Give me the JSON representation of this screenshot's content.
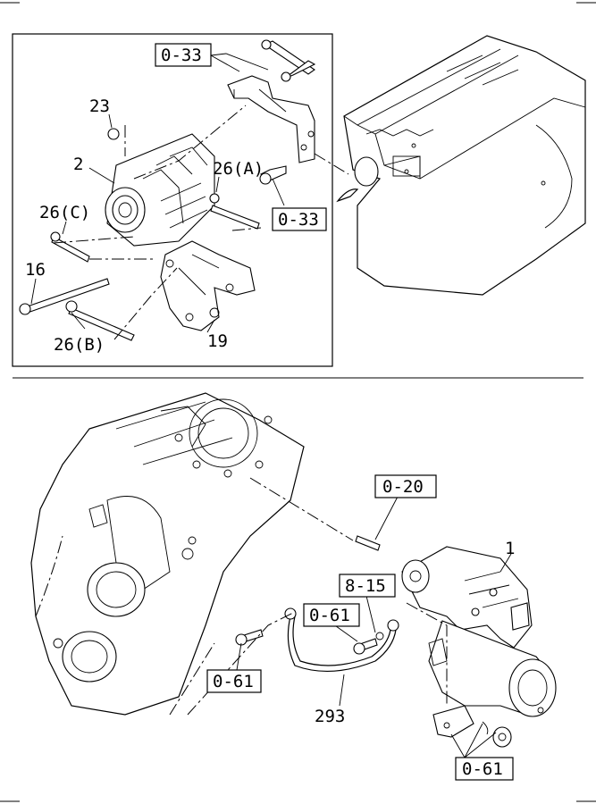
{
  "top_panel": {
    "callouts": {
      "ref_0_33_upper": "0-33",
      "ref_0_33_lower": "0-33",
      "part_23": "23",
      "part_2": "2",
      "part_26a": "26(A)",
      "part_26c": "26(C)",
      "part_16": "16",
      "part_26b": "26(B)",
      "part_19": "19"
    }
  },
  "bottom_panel": {
    "callouts": {
      "ref_0_20": "0-20",
      "part_1": "1",
      "ref_8_15": "8-15",
      "ref_0_61_mid": "0-61",
      "ref_0_61_left": "0-61",
      "part_293": "293",
      "ref_0_61_bottom": "0-61"
    }
  }
}
